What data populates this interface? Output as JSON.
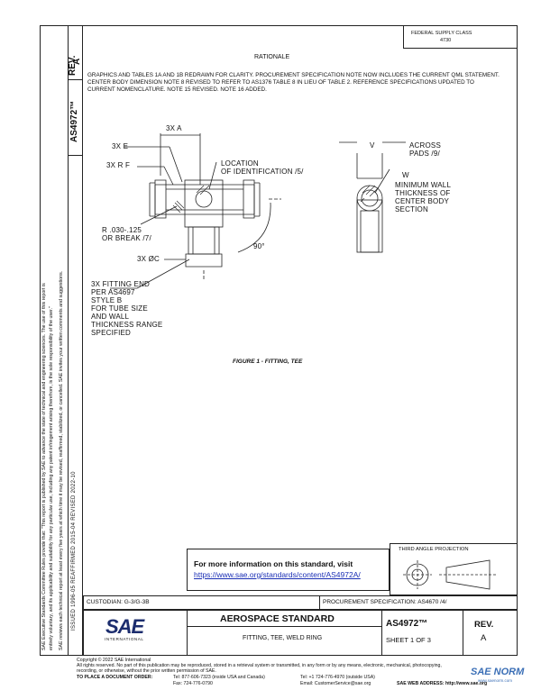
{
  "header": {
    "rev_label": "REV.",
    "rev_value": "A",
    "doc_number": "AS4972™",
    "stamp_line1": "FEDERAL SUPPLY CLASS",
    "stamp_line2": "4730"
  },
  "side_text": {
    "line1": "SAE Executive Standards Committee Rules provide that: \"This report is published by SAE to advance the state of technical and engineering sciences. The use of this report is",
    "line2": "entirely voluntary, and its applicability and suitability for any particular use, including any patent infringement arising therefrom, is the sole responsibility of the user.\"",
    "line3": "SAE reviews each technical report at least every five years at which time it may be revised, reaffirmed, stabilized, or cancelled. SAE invites your written comments and suggestions.",
    "dates": "ISSUED 1996-05    REAFFIRMED 2015-04    REVISED 2022-10"
  },
  "rationale": {
    "title": "RATIONALE",
    "body": "GRAPHICS AND TABLES 1A AND 1B REDRAWN FOR CLARITY. PROCUREMENT SPECIFICATION NOTE NOW INCLUDES THE CURRENT QML STATEMENT. CENTER BODY DIMENSION NOTE 8 REVISED TO REFER TO AS1376 TABLE 8 IN LIEU OF TABLE 2. REFERENCE SPECIFICATIONS UPDATED TO CURRENT NOMENCLATURE. NOTE 15 REVISED. NOTE 16 ADDED."
  },
  "figure": {
    "dim_3xa": "3X A",
    "dim_3xe": "3X E",
    "dim_3xrf": "3X R F",
    "location_note": "LOCATION\nOF IDENTIFICATION /5/",
    "radius_note": "R .030-.125\nOR BREAK /7/",
    "angle": "90°",
    "dim_3xc": "3X ØC",
    "fitting_end_note": "3X FITTING END\nPER AS4697\nSTYLE B\nFOR TUBE SIZE\nAND WALL\nTHICKNESS RANGE\nSPECIFIED",
    "dim_v": "V",
    "across_pads": "ACROSS\nPADS /9/",
    "dim_w": "W",
    "min_wall": "MINIMUM WALL\nTHICKNESS OF\nCENTER BODY\nSECTION",
    "caption": "FIGURE 1 - FITTING, TEE"
  },
  "info_box": {
    "heading": "For more information on this standard, visit",
    "link": "https://www.sae.org/standards/content/AS4972A/"
  },
  "projection": {
    "label": "THIRD ANGLE PROJECTION"
  },
  "title_block": {
    "custodian": "CUSTODIAN: G-3/G-3B",
    "procurement": "PROCUREMENT SPECIFICATION: AS4670 /4/",
    "standard_type": "AEROSPACE STANDARD",
    "title": "FITTING, TEE, WELD RING",
    "doc_number": "AS4972™",
    "sheet": "SHEET 1 OF 3",
    "rev_label": "REV.",
    "rev_value": "A",
    "logo_text": "SAE",
    "logo_sub": "INTERNATIONAL"
  },
  "footer": {
    "copyright": "Copyright © 2022 SAE International",
    "rights": "All rights reserved. No part of this publication may be reproduced, stored in a retrieval system or transmitted, in any form or by any means, electronic, mechanical, photocopying,",
    "rights2": "recording, or otherwise, without the prior written permission of SAE.",
    "order_label": "TO PLACE A DOCUMENT ORDER:",
    "tel1": "Tel: 877-606-7323 (inside USA and Canada)",
    "tel2": "Tel: +1 724-776-4970 (outside USA)",
    "fax": "Fax: 724-776-0790",
    "email": "Email: CustomerService@sae.org",
    "web": "SAE WEB ADDRESS: http://www.sae.org"
  },
  "watermark": {
    "text": "SAE NORM",
    "sub": "www.saenorm.com"
  }
}
